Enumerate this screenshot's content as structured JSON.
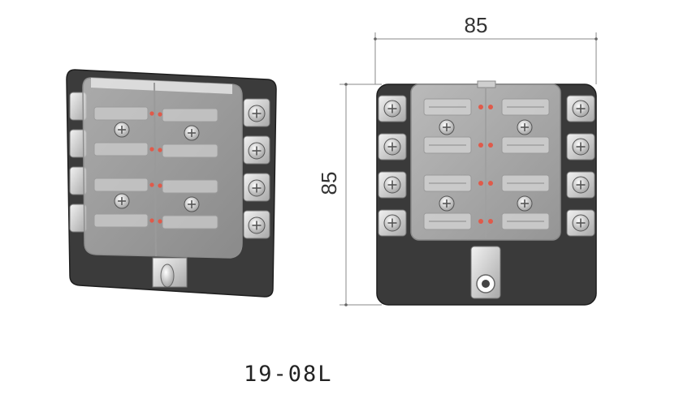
{
  "product": {
    "model_code": "19-08L"
  },
  "dimensions": {
    "width_label": "85",
    "height_label": "85"
  },
  "colors": {
    "base": "#3a3a3a",
    "cover": "#bdbdbd",
    "terminal": "#d9d9d9",
    "led": "#e05a4a",
    "dimension_line": "#888888"
  },
  "views": {
    "perspective": {
      "fuse_rows": 4,
      "terminals_per_side": 4
    },
    "front": {
      "fuse_rows": 4,
      "terminals_per_side": 4
    }
  }
}
